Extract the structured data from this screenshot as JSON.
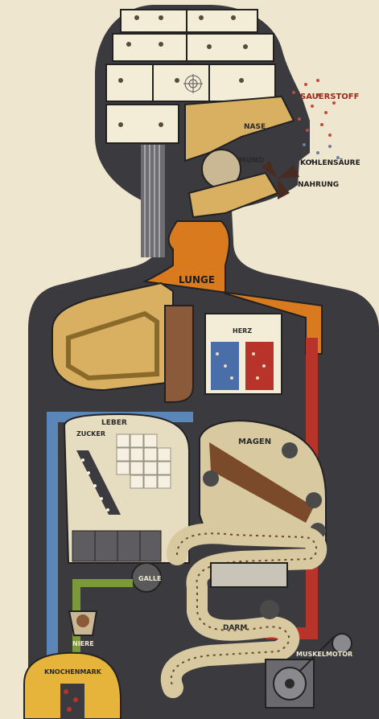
{
  "labels": {
    "sauerstoff": "SAUERSTOFF",
    "nase": "NASE",
    "mund": "MUND",
    "kohlensaure": "KOHLENSÄURE",
    "nahrung": "NAHRUNG",
    "lunge": "LUNGE",
    "herz": "HERZ",
    "leber": "LEBER",
    "zucker": "ZUCKER",
    "magen": "MAGEN",
    "galle": "GALLE",
    "niere": "NIERE",
    "darm": "DARM",
    "knochenmark": "KNOCHENMARK",
    "muskelmotor": "MUSKELMOTOR"
  },
  "colors": {
    "background": "#efe6cf",
    "body_dark": "#3b3a3f",
    "lung_orange": "#d97a1f",
    "lung_tan": "#d9b062",
    "blood_red": "#b8342a",
    "vein_blue": "#5a87b8",
    "bile_green": "#7a9a3a",
    "stomach_cream": "#d8c9a0"
  }
}
